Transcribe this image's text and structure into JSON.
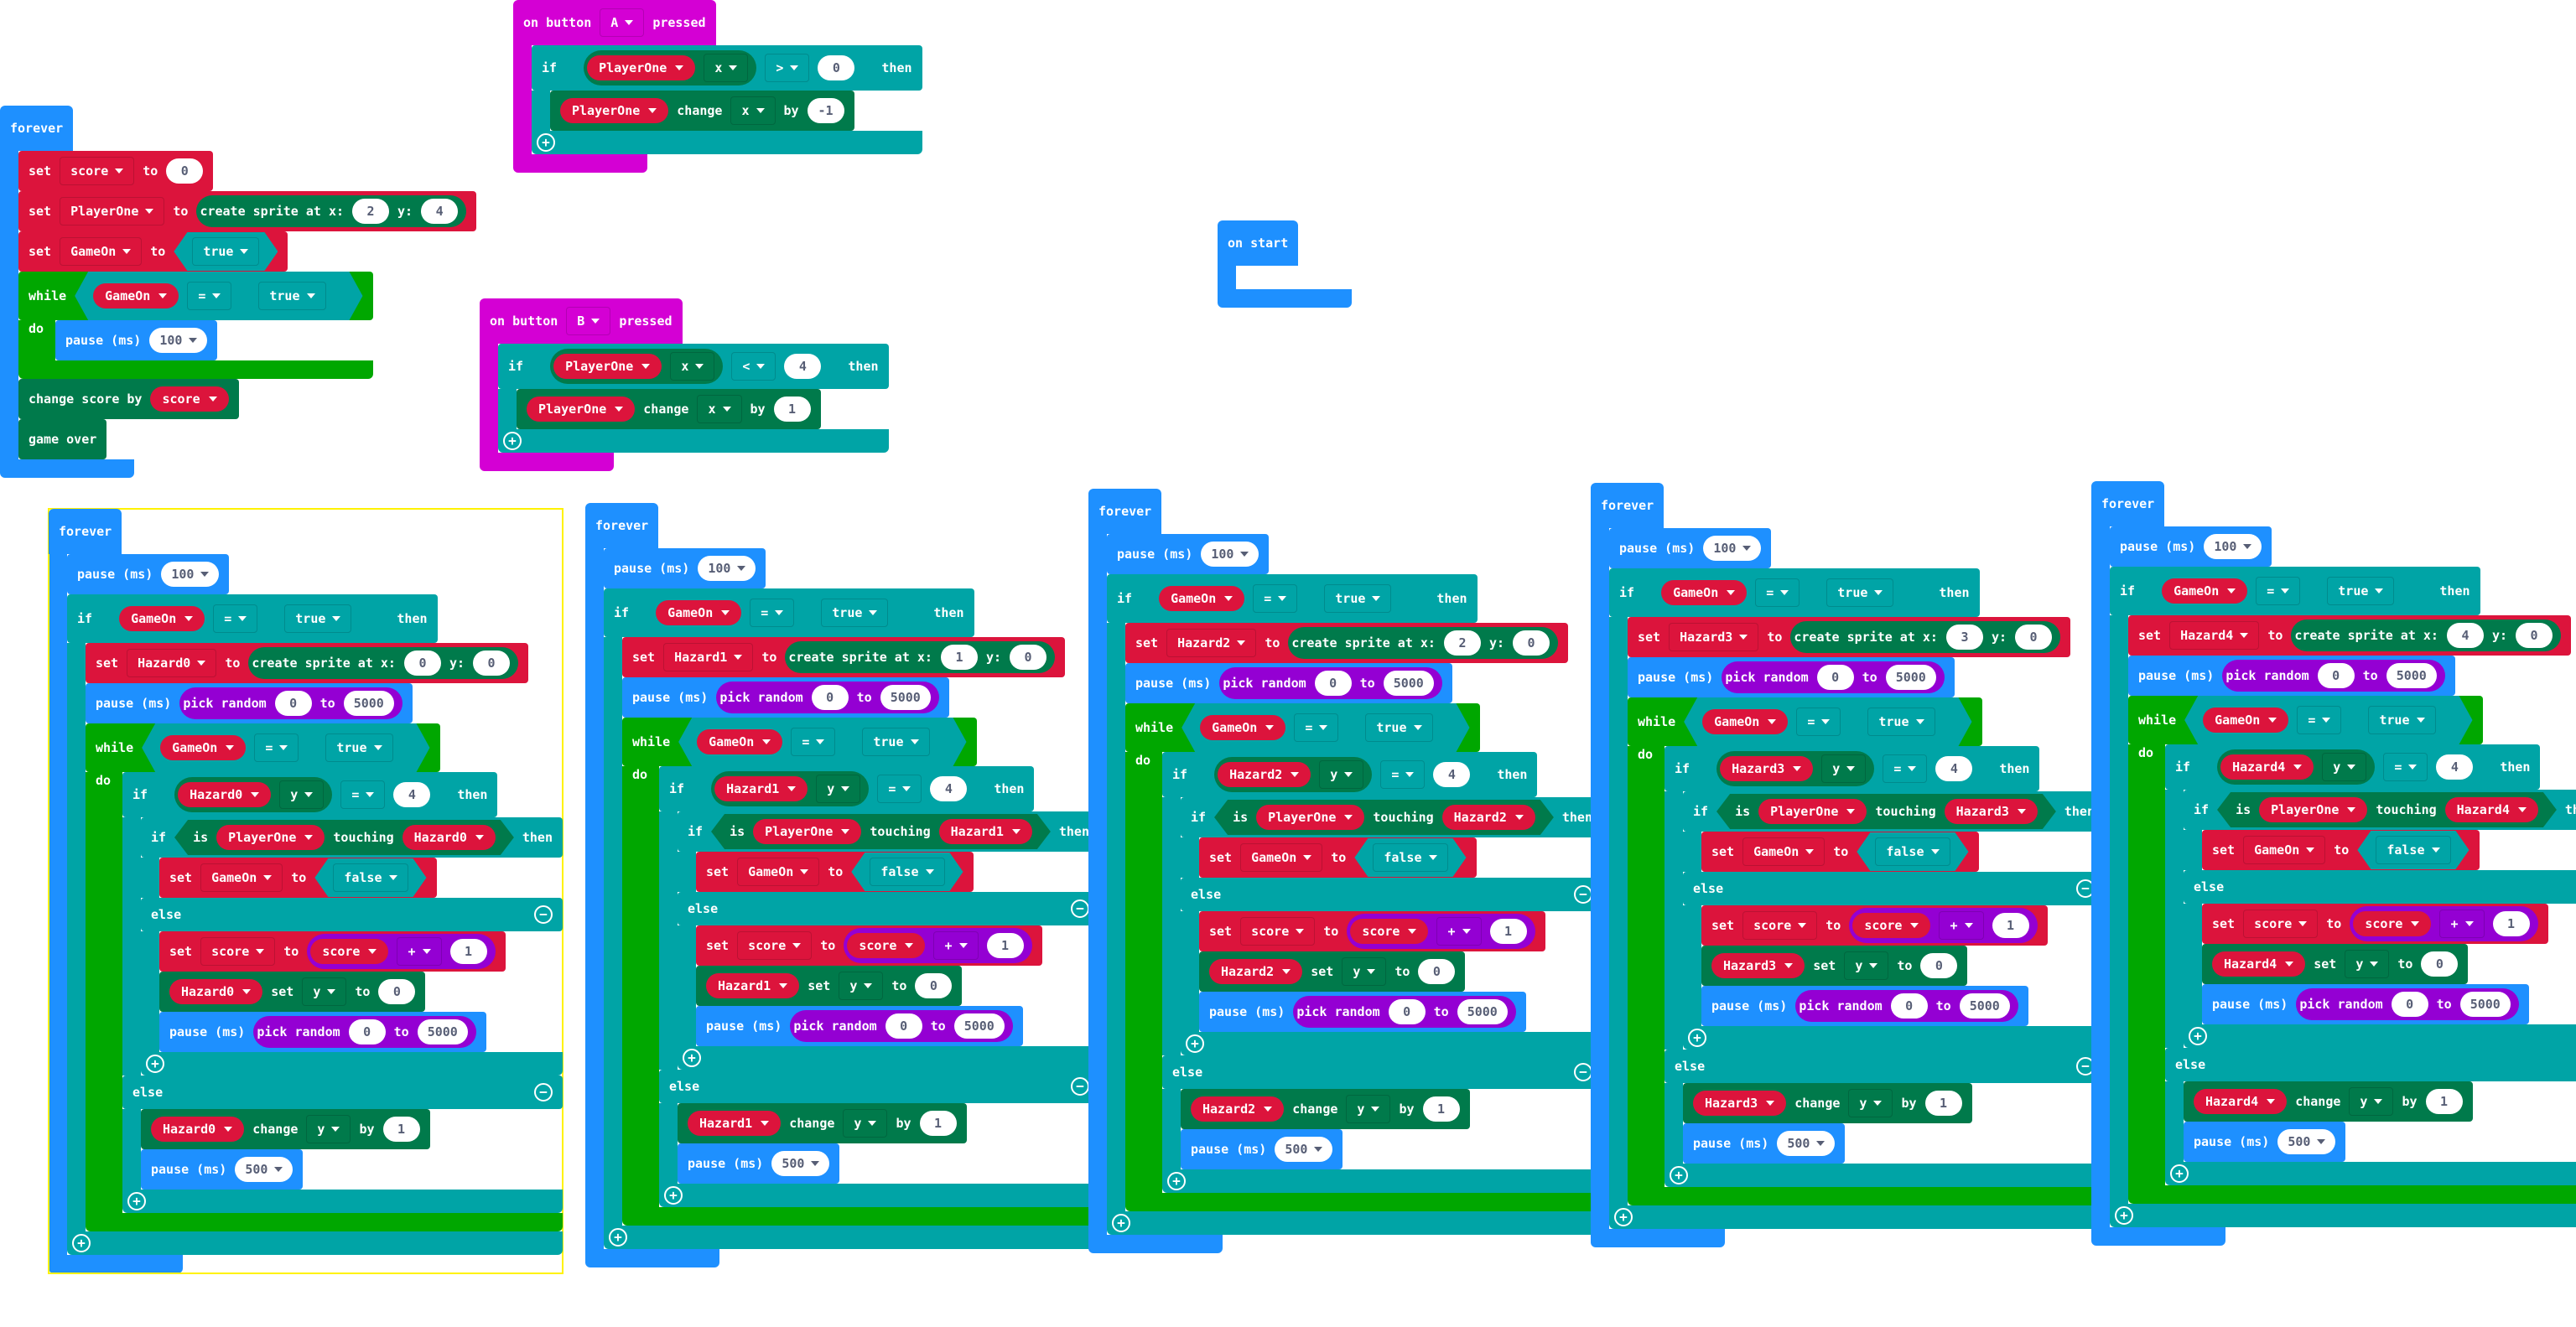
{
  "workspace": {
    "colors": {
      "events": "#d400d4",
      "loops": "#1e90ff",
      "logic": "#00a4a6",
      "variables": "#dc143c",
      "game": "#007a4b",
      "math": "#9400d3",
      "while": "#00a700",
      "selection": "#fff200"
    },
    "stacks": [
      {
        "id": "main",
        "hat": {
          "cat": "loops",
          "tokens": [
            {
              "t": "kw",
              "v": "forever"
            }
          ]
        },
        "body": [
          {
            "cat": "vars",
            "tokens": [
              {
                "t": "kw",
                "v": "set"
              },
              {
                "t": "dd",
                "v": "score",
                "on": "vars"
              },
              {
                "t": "kw",
                "v": "to"
              },
              {
                "t": "num",
                "v": "0"
              }
            ]
          },
          {
            "cat": "vars",
            "tokens": [
              {
                "t": "kw",
                "v": "set"
              },
              {
                "t": "dd",
                "v": "PlayerOne",
                "on": "vars"
              },
              {
                "t": "kw",
                "v": "to"
              },
              {
                "t": "round",
                "cat": "game",
                "tokens": [
                  {
                    "t": "kw",
                    "v": "create sprite at x:"
                  },
                  {
                    "t": "num",
                    "v": "2"
                  },
                  {
                    "t": "kw",
                    "v": "y:"
                  },
                  {
                    "t": "num",
                    "v": "4"
                  }
                ]
              }
            ]
          },
          {
            "cat": "vars",
            "tokens": [
              {
                "t": "kw",
                "v": "set"
              },
              {
                "t": "dd",
                "v": "GameOn",
                "on": "vars"
              },
              {
                "t": "kw",
                "v": "to"
              },
              {
                "t": "hex",
                "cat": "logic",
                "tokens": [
                  {
                    "t": "dd",
                    "v": "true",
                    "on": "logic"
                  }
                ]
              }
            ]
          },
          {
            "cat": "while",
            "c": true,
            "tokens": [
              {
                "t": "kw",
                "v": "while"
              },
              {
                "t": "hex",
                "cat": "logic",
                "tokens": [
                  {
                    "t": "pill",
                    "v": "GameOn",
                    "cat": "vars"
                  },
                  {
                    "t": "dd",
                    "v": "=",
                    "on": "logic"
                  },
                  {
                    "t": "hex",
                    "cat": "logic",
                    "tokens": [
                      {
                        "t": "dd",
                        "v": "true",
                        "on": "logic"
                      }
                    ]
                  }
                ]
              }
            ],
            "label2": "do",
            "body": [
              {
                "cat": "loops",
                "tokens": [
                  {
                    "t": "kw",
                    "v": "pause (ms)"
                  },
                  {
                    "t": "numdd",
                    "v": "100"
                  }
                ]
              }
            ]
          },
          {
            "cat": "game",
            "tokens": [
              {
                "t": "kw",
                "v": "change score by"
              },
              {
                "t": "pill",
                "v": "score",
                "cat": "vars"
              }
            ]
          },
          {
            "cat": "game",
            "tokens": [
              {
                "t": "kw",
                "v": "game over"
              }
            ]
          }
        ]
      },
      {
        "id": "btnA",
        "hat": {
          "cat": "events",
          "tokens": [
            {
              "t": "kw",
              "v": "on button"
            },
            {
              "t": "dd",
              "v": "A",
              "on": "events"
            },
            {
              "t": "kw",
              "v": "pressed"
            }
          ]
        },
        "body": [
          {
            "cat": "logic",
            "c": true,
            "plus": true,
            "tokens": [
              {
                "t": "kw",
                "v": "if"
              },
              {
                "t": "hex",
                "cat": "logic",
                "tokens": [
                  {
                    "t": "round",
                    "cat": "game",
                    "tokens": [
                      {
                        "t": "pill",
                        "v": "PlayerOne",
                        "cat": "vars"
                      },
                      {
                        "t": "dd",
                        "v": "x",
                        "on": "game"
                      }
                    ]
                  },
                  {
                    "t": "dd",
                    "v": ">",
                    "on": "logic"
                  },
                  {
                    "t": "num",
                    "v": "0"
                  }
                ]
              },
              {
                "t": "kw",
                "v": "then"
              }
            ],
            "body": [
              {
                "cat": "game",
                "tokens": [
                  {
                    "t": "pill",
                    "v": "PlayerOne",
                    "cat": "vars"
                  },
                  {
                    "t": "kw",
                    "v": "change"
                  },
                  {
                    "t": "dd",
                    "v": "x",
                    "on": "game"
                  },
                  {
                    "t": "kw",
                    "v": "by"
                  },
                  {
                    "t": "num",
                    "v": "-1"
                  }
                ]
              }
            ]
          }
        ]
      },
      {
        "id": "btnB",
        "hat": {
          "cat": "events",
          "tokens": [
            {
              "t": "kw",
              "v": "on button"
            },
            {
              "t": "dd",
              "v": "B",
              "on": "events"
            },
            {
              "t": "kw",
              "v": "pressed"
            }
          ]
        },
        "body": [
          {
            "cat": "logic",
            "c": true,
            "plus": true,
            "tokens": [
              {
                "t": "kw",
                "v": "if"
              },
              {
                "t": "hex",
                "cat": "logic",
                "tokens": [
                  {
                    "t": "round",
                    "cat": "game",
                    "tokens": [
                      {
                        "t": "pill",
                        "v": "PlayerOne",
                        "cat": "vars"
                      },
                      {
                        "t": "dd",
                        "v": "x",
                        "on": "game"
                      }
                    ]
                  },
                  {
                    "t": "dd",
                    "v": "<",
                    "on": "logic"
                  },
                  {
                    "t": "num",
                    "v": "4"
                  }
                ]
              },
              {
                "t": "kw",
                "v": "then"
              }
            ],
            "body": [
              {
                "cat": "game",
                "tokens": [
                  {
                    "t": "pill",
                    "v": "PlayerOne",
                    "cat": "vars"
                  },
                  {
                    "t": "kw",
                    "v": "change"
                  },
                  {
                    "t": "dd",
                    "v": "x",
                    "on": "game"
                  },
                  {
                    "t": "kw",
                    "v": "by"
                  },
                  {
                    "t": "num",
                    "v": "1"
                  }
                ]
              }
            ]
          }
        ]
      },
      {
        "id": "start",
        "hat": {
          "cat": "loops",
          "tokens": [
            {
              "t": "kw",
              "v": "on start"
            }
          ]
        },
        "body": [],
        "empty": true
      },
      {
        "id": "h0",
        "hazard": "Hazard0",
        "x": "0",
        "selected": true
      },
      {
        "id": "h1",
        "hazard": "Hazard1",
        "x": "1"
      },
      {
        "id": "h2",
        "hazard": "Hazard2",
        "x": "2"
      },
      {
        "id": "h3",
        "hazard": "Hazard3",
        "x": "3"
      },
      {
        "id": "h4",
        "hazard": "Hazard4",
        "x": "4"
      }
    ],
    "hazard_template": {
      "forever_label": "forever",
      "pause_label": "pause (ms)",
      "pause_short": "100",
      "pause_long": "500",
      "random_label": "pick random",
      "random_from": "0",
      "random_to": "5000",
      "to_label": "to",
      "if_label": "if",
      "then_label": "then",
      "else_label": "else",
      "while_label": "while",
      "do_label": "do",
      "set_label": "set",
      "create_label": "create sprite at x:",
      "y_label": "y:",
      "create_y": "0",
      "gameon_var": "GameOn",
      "true_label": "true",
      "false_label": "false",
      "eq_op": "=",
      "plus_op": "+",
      "prop_y": "y",
      "edge_y": "4",
      "is_label": "is",
      "touching_label": "touching",
      "player_var": "PlayerOne",
      "score_var": "score",
      "increment": "1",
      "reset_y": "0",
      "change_label": "change",
      "by_label": "by",
      "step": "1"
    }
  }
}
